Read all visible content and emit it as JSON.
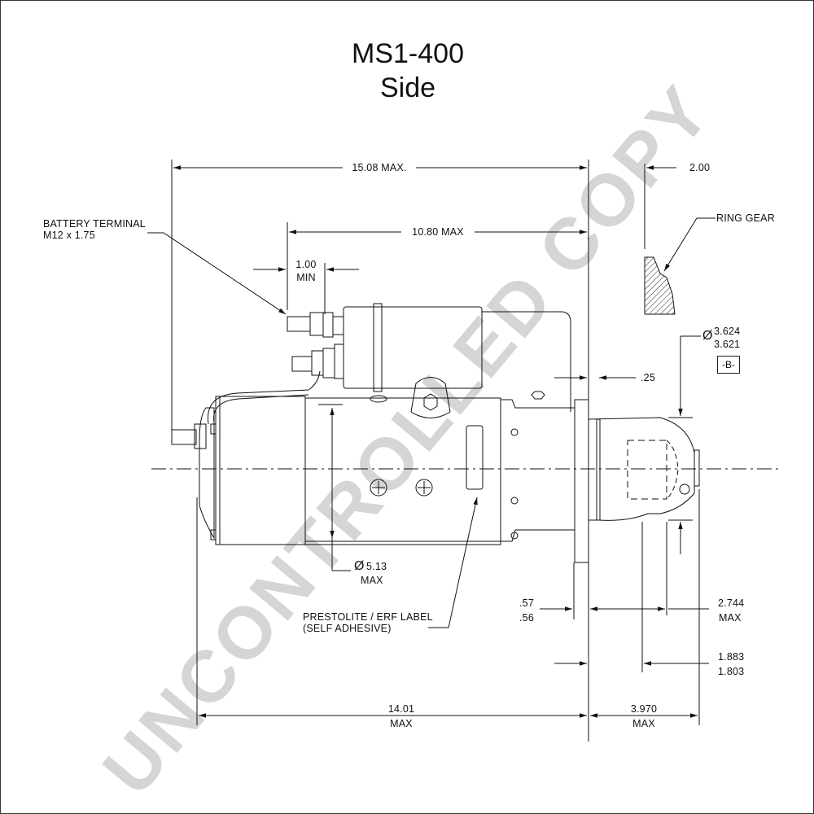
{
  "title": "MS1-400",
  "subtitle": "Side",
  "watermark": "UNCONTROLLED COPY",
  "dimensions": {
    "overall_max": "15.08 MAX.",
    "solenoid_max": "10.80 MAX",
    "terminal_min_value": "1.00",
    "terminal_min_unit": "MIN",
    "ring_gear_gap": "2.00",
    "flange_gap": ".25",
    "pinion_dia_upper": "3.624",
    "pinion_dia_lower": "3.621",
    "datum": "-B-",
    "housing_dia_value": "5.13",
    "housing_dia_unit": "MAX",
    "flange_thk_upper": ".57",
    "flange_thk_lower": ".56",
    "nose_len_value": "2.744",
    "nose_len_unit": "MAX",
    "pinion_pos_upper": "1.883",
    "pinion_pos_lower": "1.803",
    "body_len_value": "14.01",
    "body_len_unit": "MAX",
    "nose_total_value": "3.970",
    "nose_total_unit": "MAX"
  },
  "callouts": {
    "battery_terminal_line1": "BATTERY TERMINAL",
    "battery_terminal_line2": "M12 x 1.75",
    "ring_gear": "RING GEAR",
    "label_line1": "PRESTOLITE / ERF LABEL",
    "label_line2": "(SELF ADHESIVE)"
  },
  "symbols": {
    "diameter": "Ø"
  }
}
